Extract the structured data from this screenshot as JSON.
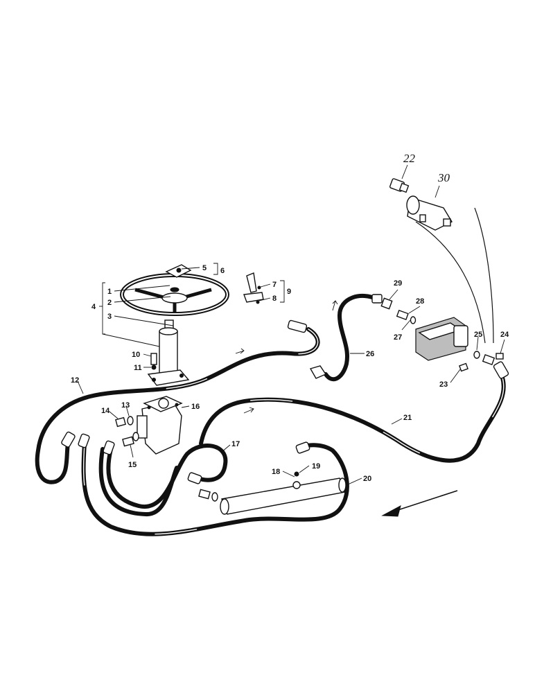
{
  "labels": {
    "l1": "1",
    "l2": "2",
    "l3": "3",
    "l4": "4",
    "l5": "5",
    "l6": "6",
    "l7": "7",
    "l8": "8",
    "l9": "9",
    "l10": "10",
    "l11": "11",
    "l12": "12",
    "l13": "13",
    "l14": "14",
    "l15": "15",
    "l16": "16",
    "l17": "17",
    "l18": "18",
    "l19": "19",
    "l20": "20",
    "l21": "21",
    "l22": "22",
    "l23": "23",
    "l24": "24",
    "l25": "25",
    "l26": "26",
    "l27": "27",
    "l28": "28",
    "l29": "29",
    "l30": "30"
  }
}
